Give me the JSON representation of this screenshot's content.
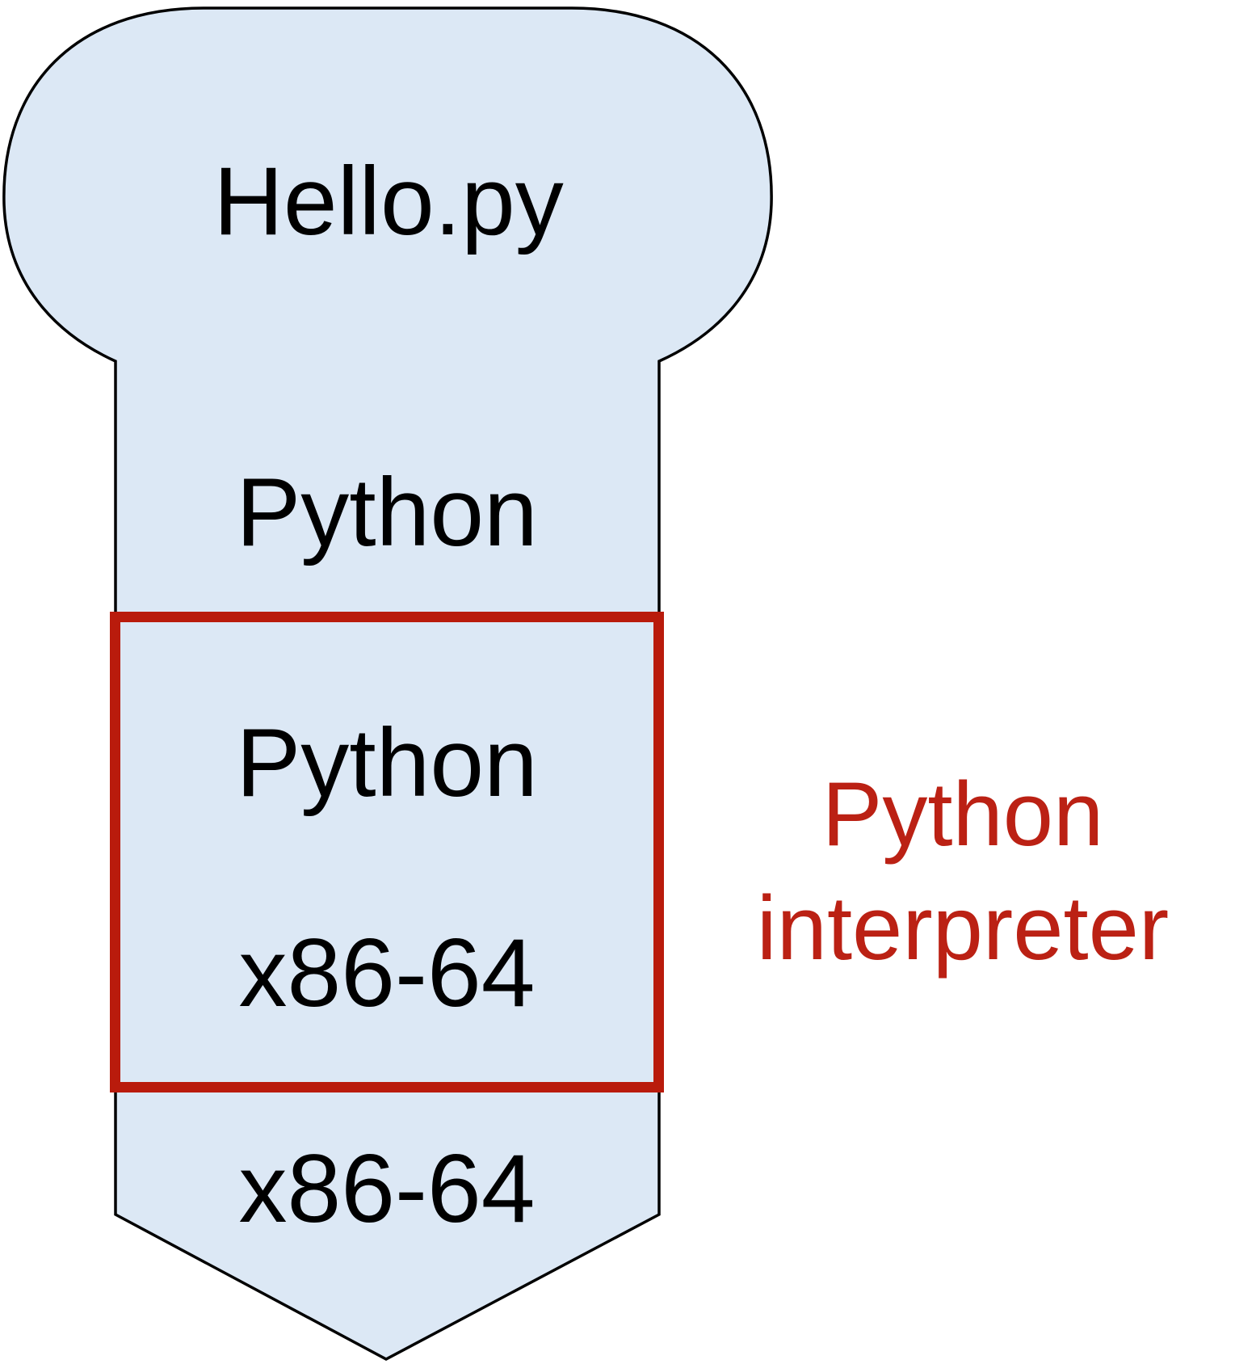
{
  "diagram": {
    "bubble_label": "Hello.py",
    "column_top_label": "Python",
    "highlight_box": {
      "line1": "Python",
      "line2": "x86-64"
    },
    "column_bottom_label": "x86-64",
    "annotation": {
      "line1": "Python",
      "line2": "interpreter"
    },
    "colors": {
      "shape_fill": "#dce8f5",
      "shape_stroke": "#000000",
      "highlight_border": "#b91b0c",
      "annotation_text": "#bb2114",
      "label_text": "#000000"
    }
  }
}
